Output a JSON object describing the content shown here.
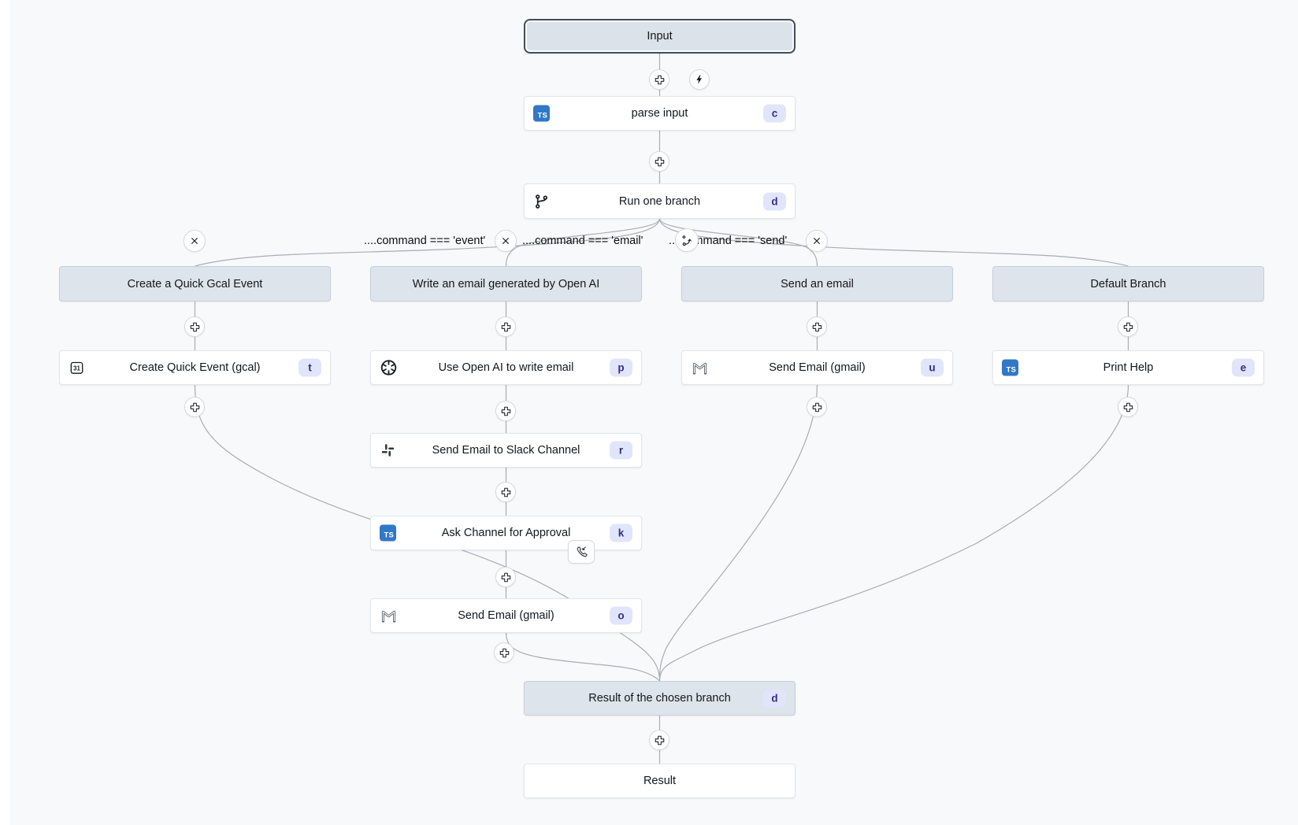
{
  "colors": {
    "canvas_bg": "#f8f9fb",
    "edge": "#a6adb5",
    "node_bg": "#ffffff",
    "header_bg": "#dee4eb",
    "badge_bg": "#e0e5fb",
    "badge_text": "#352d87",
    "ts_icon_bg": "#3178c6",
    "selected_border": "#434e5a"
  },
  "icons": {
    "ts_label": "TS",
    "calendar_day": "31"
  },
  "top": {
    "input_label": "Input",
    "parse": {
      "label": "parse input",
      "badge": "c"
    },
    "branch": {
      "label": "Run one branch",
      "badge": "d"
    }
  },
  "conditions": {
    "event": "....command === 'event'",
    "email": "....command === 'email'",
    "send": "....command === 'send'"
  },
  "branches": [
    {
      "header": "Create a Quick Gcal Event",
      "steps": [
        {
          "label": "Create Quick Event (gcal)",
          "badge": "t",
          "icon": "calendar-icon"
        }
      ]
    },
    {
      "header": "Write an email generated by Open AI",
      "steps": [
        {
          "label": "Use Open AI to write email",
          "badge": "p",
          "icon": "openai-icon"
        },
        {
          "label": "Send Email to Slack Channel",
          "badge": "r",
          "icon": "slack-icon"
        },
        {
          "label": "Ask Channel for Approval",
          "badge": "k",
          "icon": "typescript-icon"
        },
        {
          "label": "Send Email (gmail)",
          "badge": "o",
          "icon": "gmail-icon"
        }
      ]
    },
    {
      "header": "Send an email",
      "steps": [
        {
          "label": "Send Email (gmail)",
          "badge": "u",
          "icon": "gmail-icon"
        }
      ]
    },
    {
      "header": "Default Branch",
      "steps": [
        {
          "label": "Print Help",
          "badge": "e",
          "icon": "typescript-icon"
        }
      ]
    }
  ],
  "bottom": {
    "result_branch": {
      "label": "Result of the chosen branch",
      "badge": "d"
    },
    "result_label": "Result"
  }
}
